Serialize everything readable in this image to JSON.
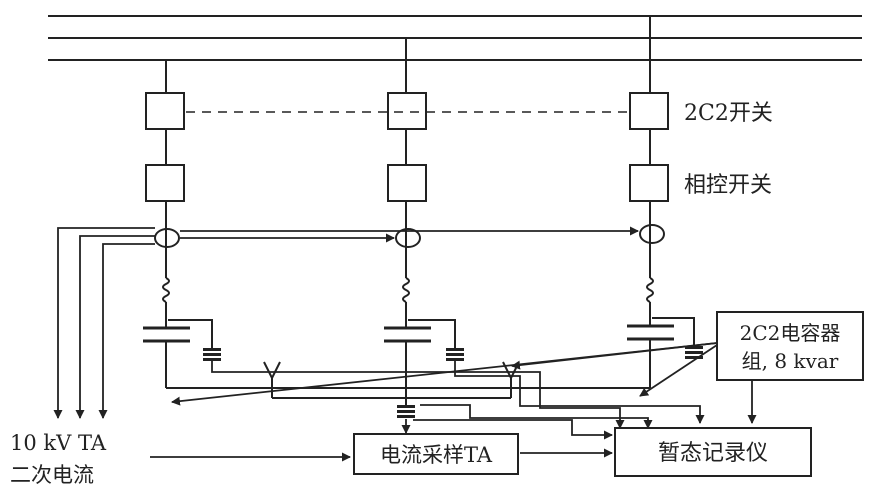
{
  "labels": {
    "switch_2c2": "2C2开关",
    "phase_switch": "相控开关",
    "capacitor_line1": "2C2电容器",
    "capacitor_line2": "组, 8 kvar",
    "ta_line1": "10 kV TA",
    "ta_line2": "二次电流",
    "current_sampling": "电流采样TA",
    "transient_recorder": "暂态记录仪"
  },
  "colors": {
    "ink": "#222222",
    "background": "#ffffff"
  }
}
